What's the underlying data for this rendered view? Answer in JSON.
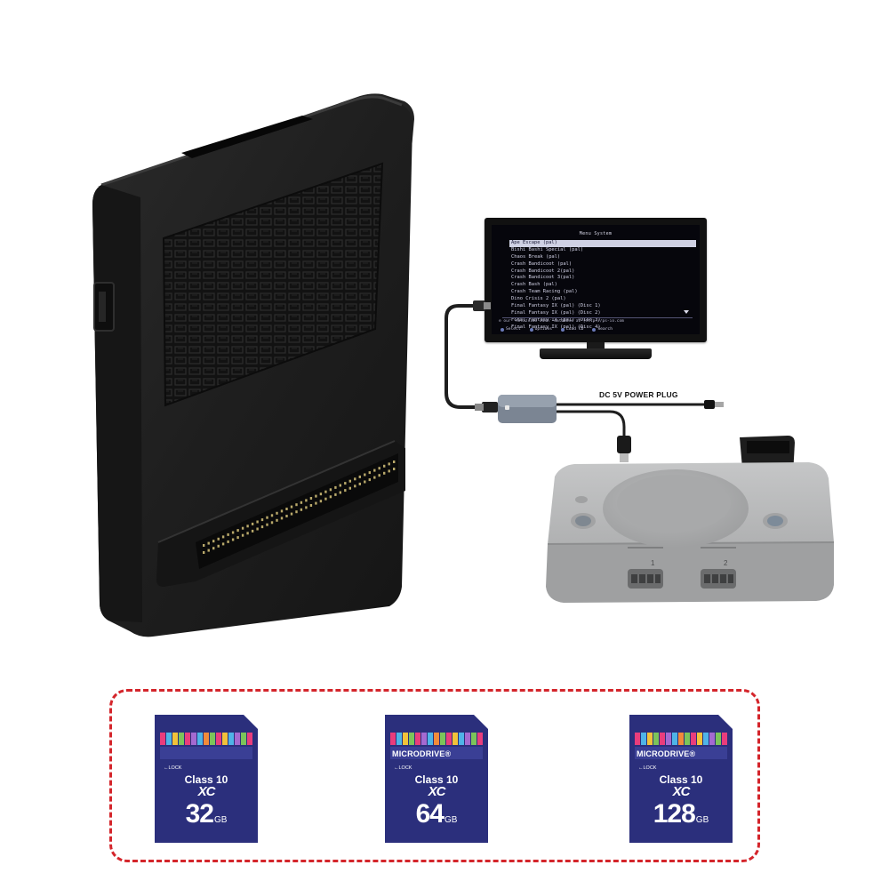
{
  "tv": {
    "menu_title": "Menu System",
    "games": [
      "Ape Escape (pal)",
      "Bishi Bashi Special (pal)",
      "Chaos Break (pal)",
      "Crash Bandicoot (pal)",
      "Crash Bandicoot 2(pal)",
      "Crash Bandicoot 3(pal)",
      "Crash Bash (pal)",
      "Crash Team Racing (pal)",
      "Dino Crisis 2 (pal)",
      "Final Fantasy IX (pal) (Disc 1)",
      "Final Fantasy IX (pal) (Disc 2)",
      "Final Fantasy IX (pal) (Disc 3)",
      "Final Fantasy IX (pal) (Disc 4)"
    ],
    "footer": "e our 'Anlazsian JIRA' database at [http://ps-io.com",
    "controls": [
      "Select",
      "Options",
      "Load CD",
      "Search"
    ]
  },
  "cable": {
    "power_label": "DC 5V POWER PLUG"
  },
  "console": {
    "port_1": "1",
    "port_2": "2"
  },
  "sd_cards": [
    {
      "brand": "",
      "lock": "←LOCK",
      "class": "Class 10",
      "type": "XC",
      "capacity": "32",
      "unit": "GB"
    },
    {
      "brand": "MICRODRIVE®",
      "lock": "←LOCK",
      "class": "Class 10",
      "type": "XC",
      "capacity": "64",
      "unit": "GB"
    },
    {
      "brand": "MICRODRIVE®",
      "lock": "←LOCK",
      "class": "Class 10",
      "type": "XC",
      "capacity": "128",
      "unit": "GB"
    }
  ],
  "colors": {
    "dashed_border": "#d4252b",
    "sd_card_blue": "#2b2f7c",
    "device_black": "#1b1b1b",
    "console_grey": "#a9aaab"
  }
}
